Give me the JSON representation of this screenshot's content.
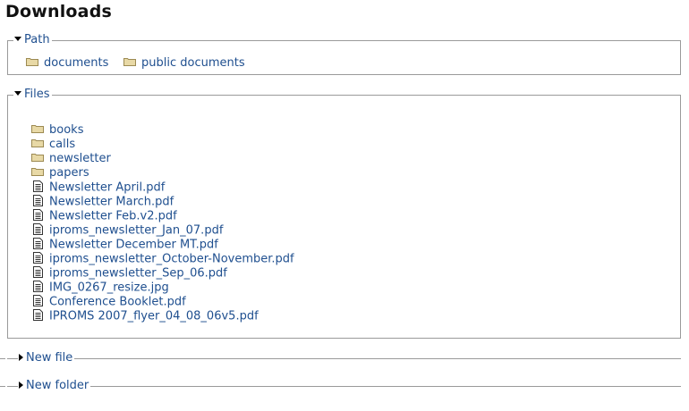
{
  "page": {
    "title": "Downloads"
  },
  "path_section": {
    "legend": "Path",
    "items": [
      {
        "label": "documents"
      },
      {
        "label": "public documents"
      }
    ]
  },
  "files_section": {
    "legend": "Files",
    "items": [
      {
        "type": "folder",
        "label": "books"
      },
      {
        "type": "folder",
        "label": "calls"
      },
      {
        "type": "folder",
        "label": "newsletter"
      },
      {
        "type": "folder",
        "label": "papers"
      },
      {
        "type": "file",
        "label": "Newsletter April.pdf"
      },
      {
        "type": "file",
        "label": "Newsletter March.pdf"
      },
      {
        "type": "file",
        "label": "Newsletter Feb.v2.pdf"
      },
      {
        "type": "file",
        "label": "iproms_newsletter_Jan_07.pdf"
      },
      {
        "type": "file",
        "label": "Newsletter December MT.pdf"
      },
      {
        "type": "file",
        "label": "iproms_newsletter_October-November.pdf"
      },
      {
        "type": "file",
        "label": "iproms_newsletter_Sep_06.pdf"
      },
      {
        "type": "file",
        "label": "IMG_0267_resize.jpg"
      },
      {
        "type": "file",
        "label": "Conference Booklet.pdf"
      },
      {
        "type": "file",
        "label": "IPROMS 2007_flyer_04_08_06v5.pdf"
      }
    ]
  },
  "new_file_section": {
    "legend": "New file"
  },
  "new_folder_section": {
    "legend": "New folder"
  },
  "colors": {
    "link": "#1f4f8f",
    "border": "#9a9a9a",
    "folder": "#e8d9a6"
  },
  "icons": {
    "folder": "folder-icon",
    "file": "document-icon",
    "expanded": "triangle-down-icon",
    "collapsed": "triangle-right-icon"
  }
}
